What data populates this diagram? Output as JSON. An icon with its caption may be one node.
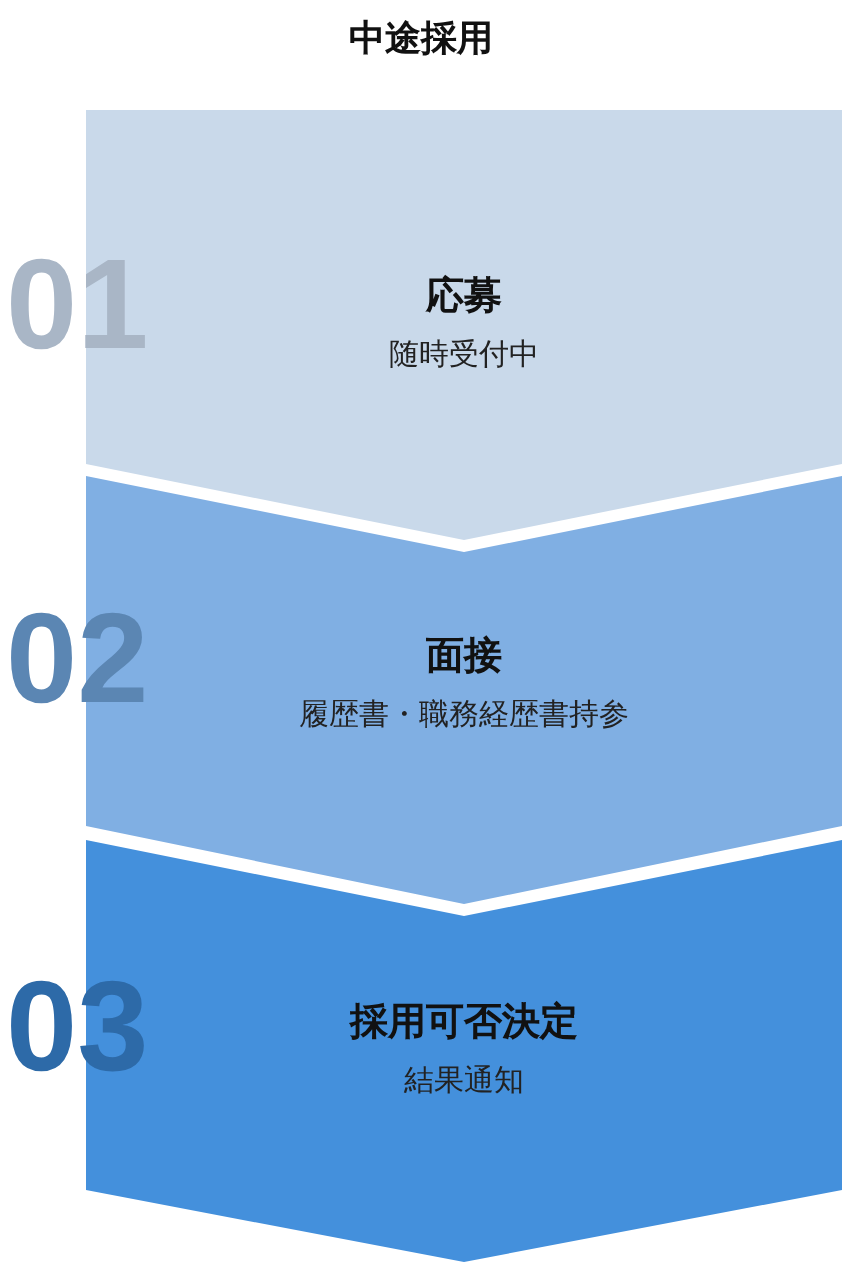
{
  "diagram": {
    "title": "中途採用",
    "nodes": [
      {
        "text": [
          "応募",
          "随時受付中"
        ],
        "beside": [
          "01"
        ]
      },
      {
        "text": [
          "面接",
          "履歴書・職務経歴書持参"
        ],
        "beside": [
          "02"
        ]
      },
      {
        "text": [
          "採用可否決定",
          "結果通知"
        ],
        "beside": [
          "03"
        ]
      }
    ]
  }
}
